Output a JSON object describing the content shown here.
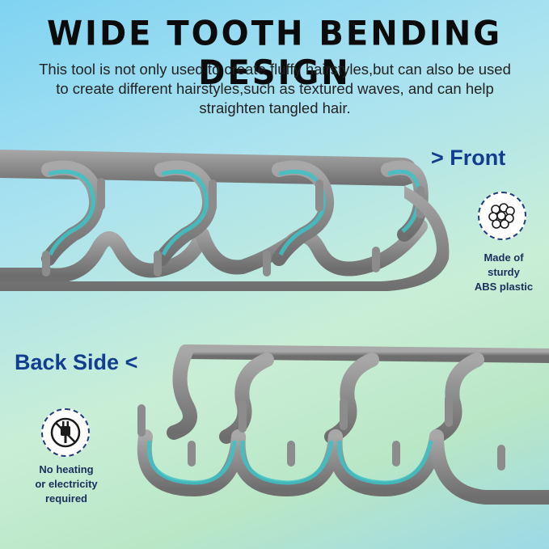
{
  "headline": "WIDE TOOTH BENDING DESIGN",
  "description": "This tool is not only used to create fluffy hairstyles,but can also be used to create different hairstyles,such as textured waves, and can help straighten tangled hair.",
  "front_label": "> Front",
  "back_label": "Back Side <",
  "material_badge": {
    "icon": "plastic-pellets-icon",
    "lines": [
      "Made of",
      "sturdy",
      "ABS plastic"
    ]
  },
  "heating_badge": {
    "icon": "no-plug-icon",
    "lines": [
      "No heating",
      "or electricity",
      "required"
    ]
  },
  "colors": {
    "comb": "#8c8c8c",
    "comb_highlight": "#b8b8b8",
    "teal_glow": "#3cc3c8",
    "label_blue": "#123e8f"
  }
}
